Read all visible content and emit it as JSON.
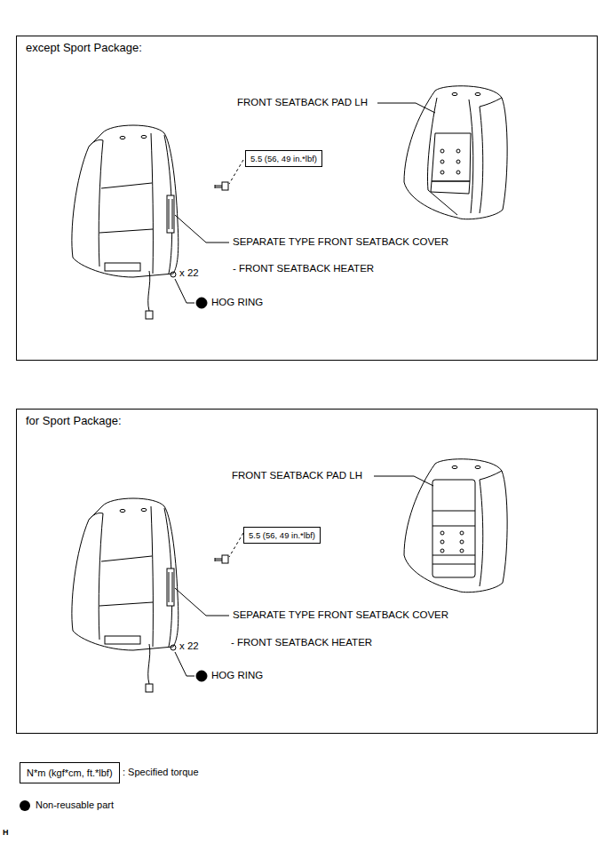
{
  "diagram": {
    "nodes": [
      {
        "text": [
          "except Sport Package:"
        ]
      },
      {
        "text": [
          "5.5 (56, 49 in.*lbf)"
        ],
        "in": 0
      },
      {
        "text": [
          "for Sport Package:"
        ]
      },
      {
        "text": [
          "5.5 (56, 49 in.*lbf)"
        ],
        "in": 2
      },
      {
        "text": [
          "N*m (kgf*cm, ft.*lbf)"
        ]
      }
    ],
    "labels": [
      "FRONT SEATBACK PAD LH",
      "SEPARATE TYPE FRONT SEATBACK COVER",
      "- FRONT SEATBACK HEATER",
      "x 22",
      "HOG RING",
      "FRONT SEATBACK PAD LH",
      "SEPARATE TYPE FRONT SEATBACK COVER",
      "- FRONT SEATBACK HEATER",
      "x 22",
      "HOG RING",
      "H"
    ],
    "legend": [
      {
        "text": ": Specified torque"
      },
      {
        "text": "Non-reusable part",
        "color": "#000000"
      }
    ]
  }
}
